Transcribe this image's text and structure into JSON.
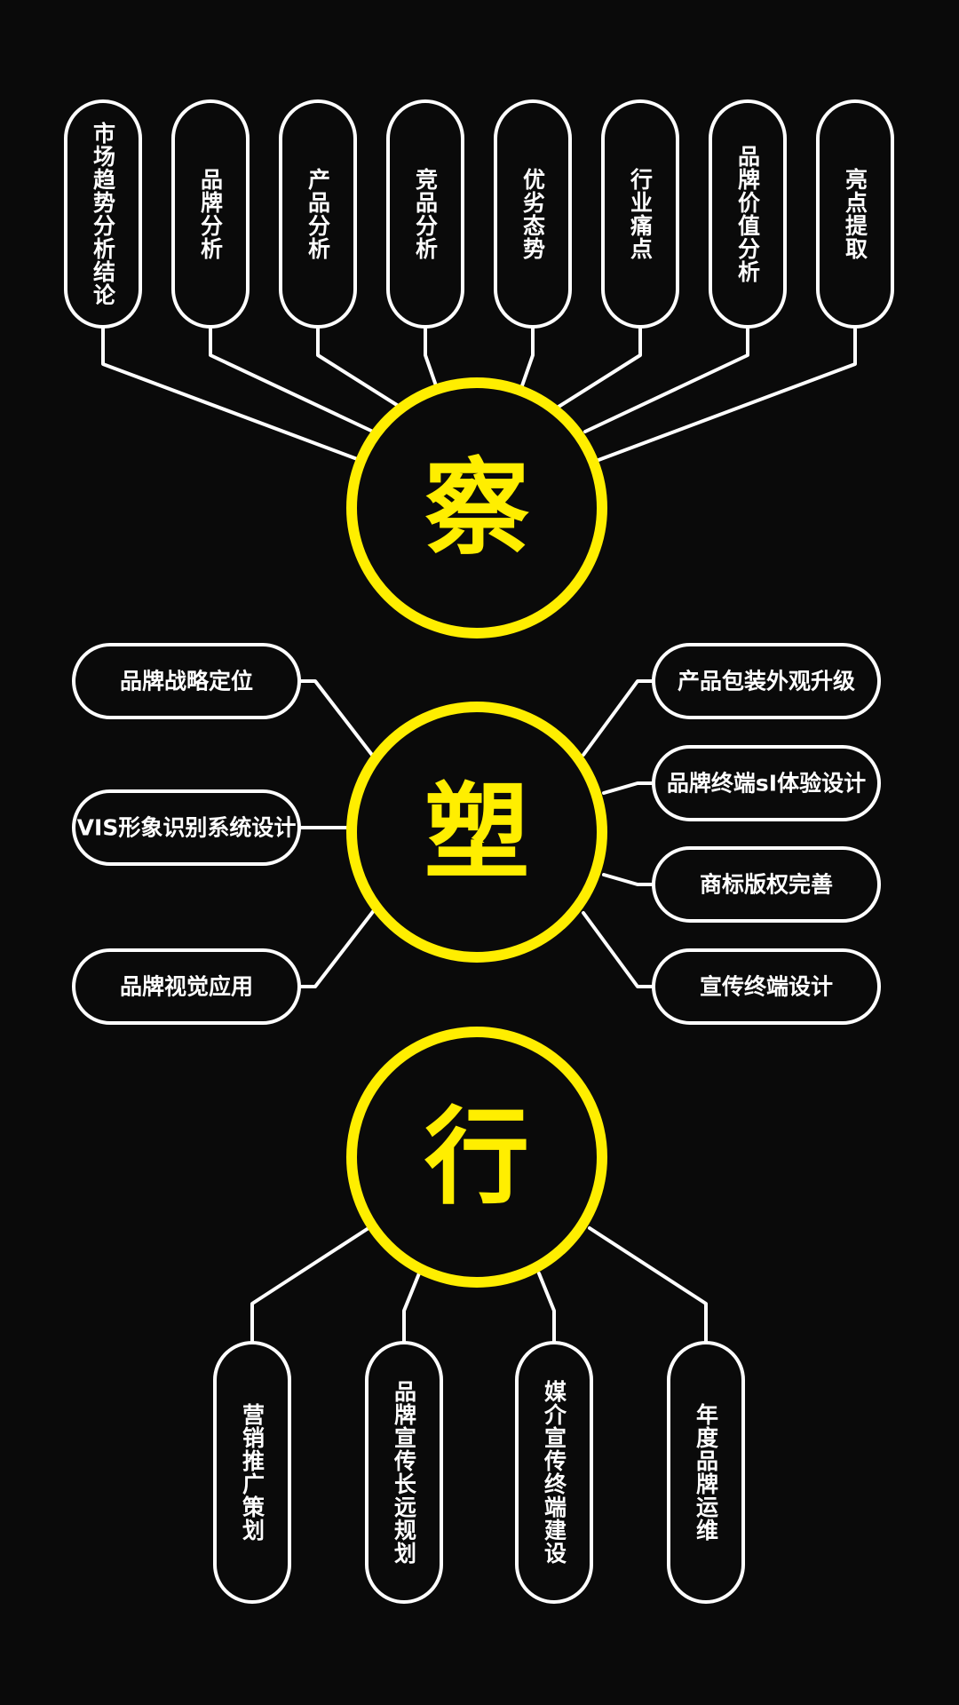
{
  "hubs": {
    "observe": {
      "label": "察"
    },
    "shape": {
      "label": "塑"
    },
    "act": {
      "label": "行"
    }
  },
  "observe_items": [
    "市场趋势分析结论",
    "品牌分析",
    "产品分析",
    "竞品分析",
    "优劣态势",
    "行业痛点",
    "品牌价值分析",
    "亮点提取"
  ],
  "shape_left": [
    "品牌战略定位",
    "VIS形象识别系统设计",
    "品牌视觉应用"
  ],
  "shape_right": [
    "产品包装外观升级",
    "品牌终端sI体验设计",
    "商标版权完善",
    "宣传终端设计"
  ],
  "act_items": [
    "营销推广策划",
    "品牌宣传长远规划",
    "媒介宣传终端建设",
    "年度品牌运维"
  ],
  "colors": {
    "background": "#0a0a0a",
    "accent": "#ffee00",
    "line": "#ffffff"
  }
}
